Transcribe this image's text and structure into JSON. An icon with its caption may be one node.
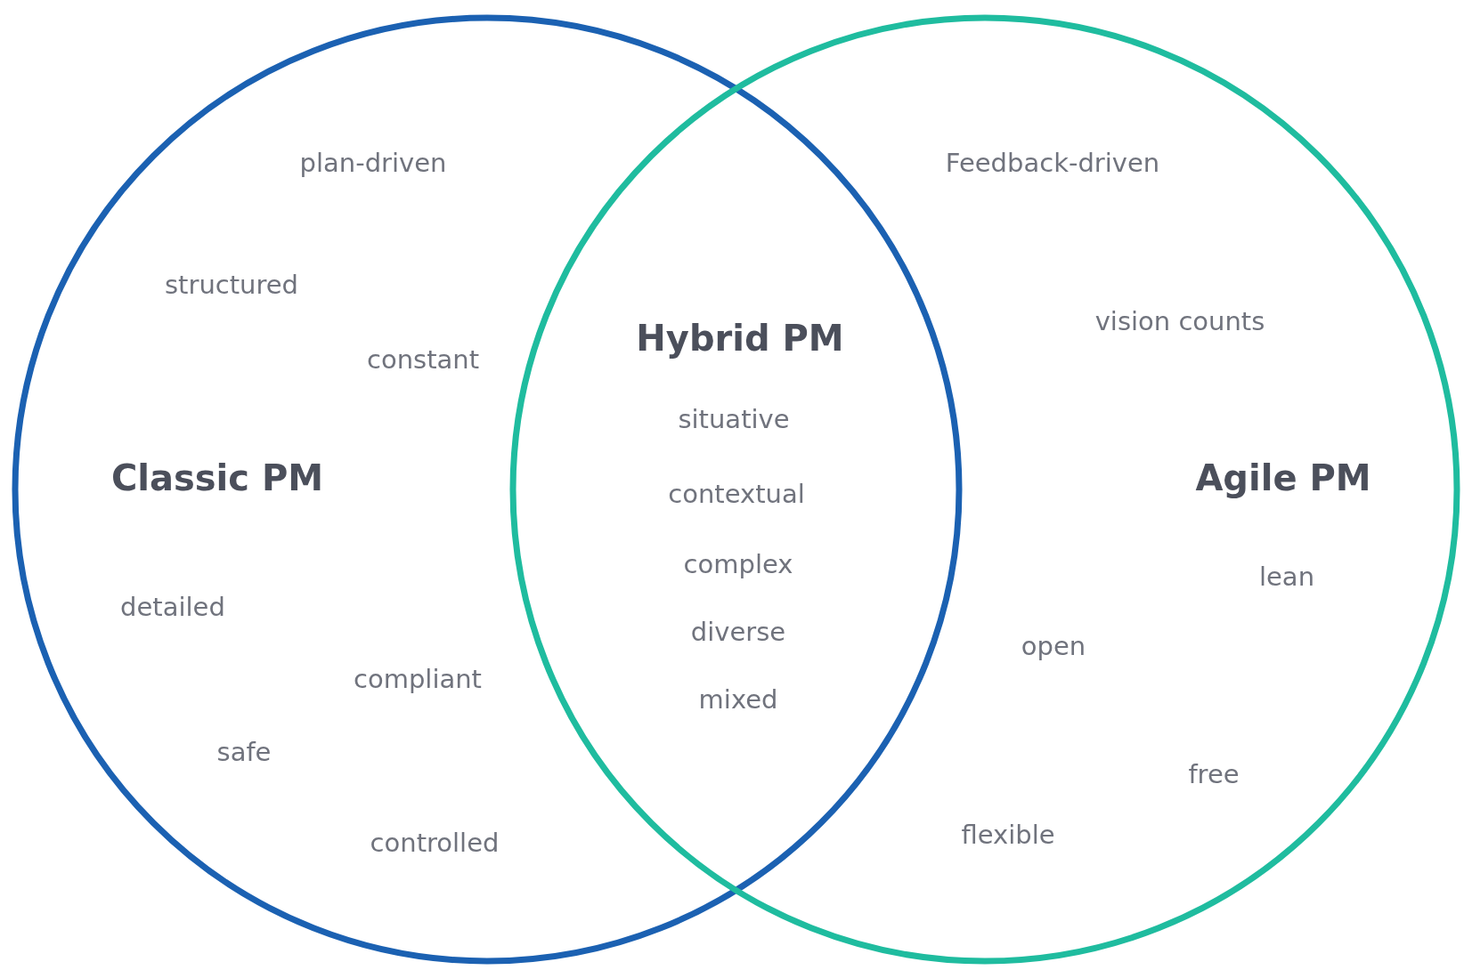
{
  "diagram": {
    "nodes": [
      {
        "text": [
          "Classic PM",
          "plan-driven",
          "structured",
          "constant",
          "detailed",
          "compliant",
          "safe",
          "controlled"
        ]
      },
      {
        "text": [
          "Agile PM",
          "Feedback-driven",
          "vision counts",
          "lean",
          "open",
          "free",
          "flexible"
        ]
      }
    ],
    "labels": [
      "Hybrid PM",
      "situative",
      "contextual",
      "complex",
      "diverse",
      "mixed"
    ]
  }
}
